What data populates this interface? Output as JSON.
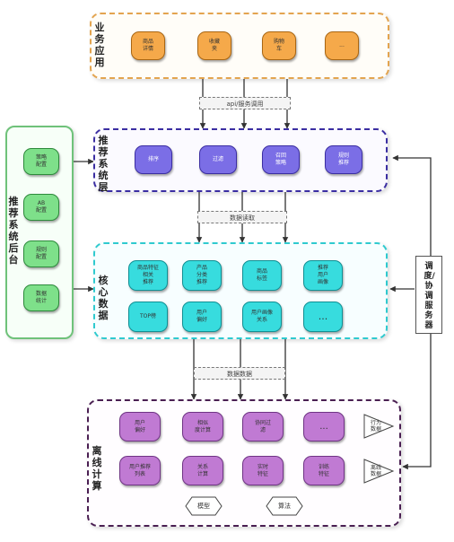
{
  "layers": {
    "business": {
      "title": "业务应用",
      "nodes": [
        "商品\n详情",
        "收藏\n夹",
        "购物\n车",
        "..."
      ]
    },
    "rec_system": {
      "title": "推荐系统层",
      "nodes": [
        "排序",
        "过滤",
        "召回\n策略",
        "规则\n推荐"
      ]
    },
    "core_data": {
      "title": "核心数据",
      "nodes": [
        "商品特征\n相关\n推荐",
        "产品\n分类\n推荐",
        "商品\n标签",
        "推荐\n用户\n画像",
        "TOP榜",
        "用户\n偏好",
        "用户画像\n关系",
        "..."
      ]
    },
    "offline": {
      "title": "离线计算",
      "nodes": [
        "用户\n偏好",
        "相似\n度计算",
        "协同过\n滤",
        "...",
        "用户推荐\n列表",
        "关系\n计算",
        "实时\n特征",
        "训练\n特征"
      ],
      "triangles": [
        "行为\n数据",
        "离线\n数据"
      ],
      "hexagons": [
        "模型",
        "算法"
      ]
    }
  },
  "backend": {
    "title": "推荐系统后台",
    "nodes": [
      "策略\n配置",
      "AB\n配置",
      "规则\n配置",
      "数据\n统计"
    ]
  },
  "scheduler": {
    "title": "调度/协调服务器"
  },
  "bands": {
    "api": "api/服务调用",
    "data_access": "数据读取",
    "data_flow": "数据数据"
  },
  "colors": {
    "business": "#f5a94a",
    "rec": "#7b6ee6",
    "core": "#37dcde",
    "offline": "#c07ad3",
    "backend": "#7ee08a"
  }
}
